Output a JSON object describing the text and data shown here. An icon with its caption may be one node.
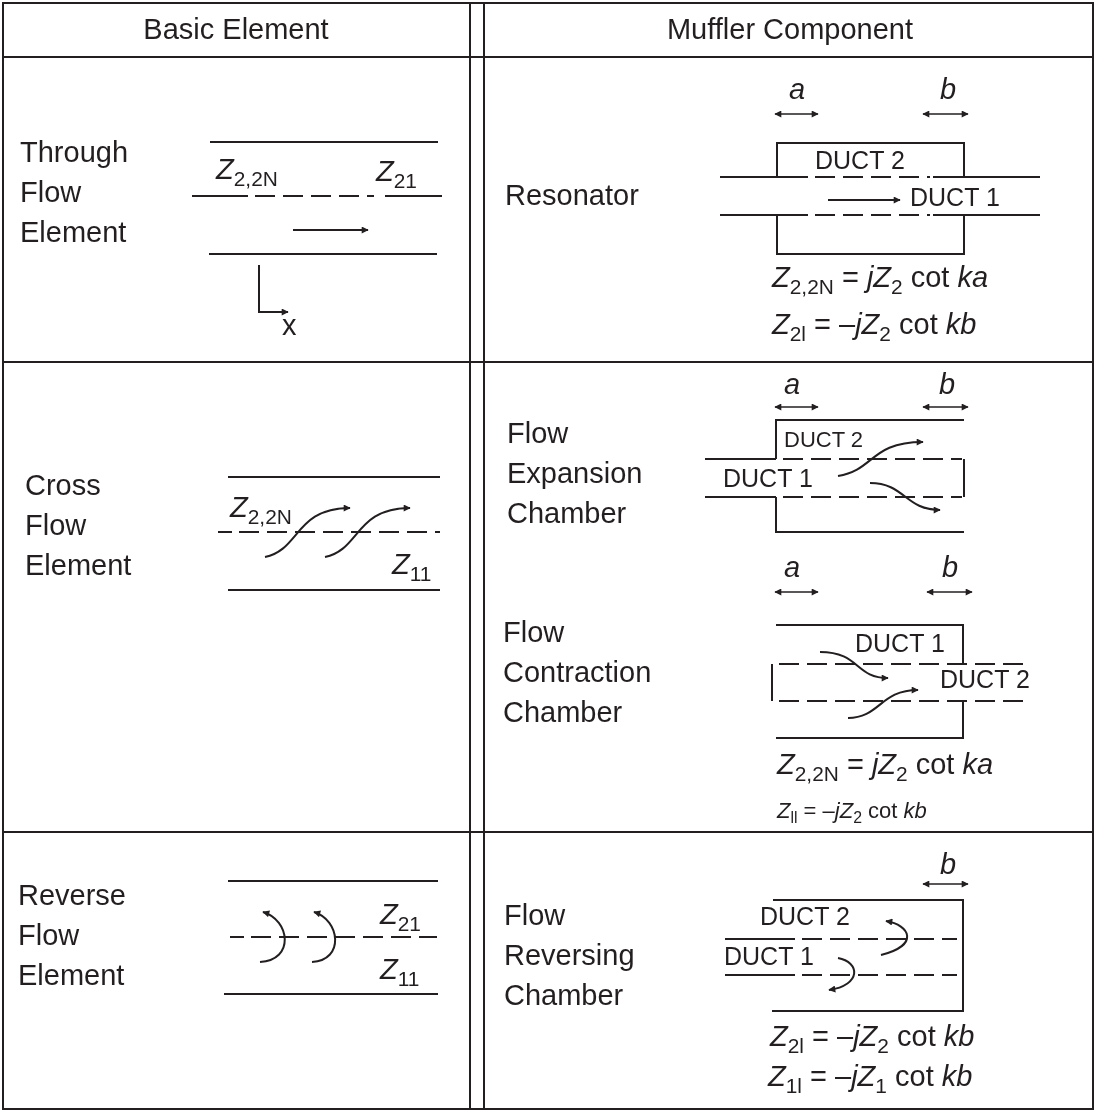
{
  "diagram": {
    "labels": [
      "Basic Element",
      "Muffler Component",
      "Through Flow Element",
      "*Z*$_{2,2N}$",
      "*Z*$_{21}$",
      "x",
      "a",
      "b",
      "Resonator",
      "DUCT 2",
      "DUCT 1",
      "*Z*$_{2,2N}$ = *jZ*$_{2}$ cot *ka*",
      "*Z*$_{2l}$ = –*jZ*$_{2}$ cot *kb*",
      "Cross Flow Element",
      "*Z*$_{2,2N}$",
      "*Z*$_{11}$",
      "a",
      "b",
      "Flow Expansion Chamber",
      "DUCT 2",
      "DUCT 1",
      "a",
      "b",
      "Flow Contraction Chamber",
      "DUCT 1",
      "DUCT 2",
      "*Z*$_{2,2N}$ = *jZ*$_{2}$ cot *ka*",
      "*Z*$_{ll}$ = –*jZ*$_{2}$ cot *kb*",
      "Reverse Flow Element",
      "*Z*$_{21}$",
      "*Z*$_{11}$",
      "b",
      "Flow Reversing Chamber",
      "DUCT 2",
      "DUCT 1",
      "*Z*$_{2l}$ = –*jZ*$_{2}$ cot *kb*",
      "*Z*$_{1l}$ = –*jZ*$_{1}$ cot *kb*"
    ]
  }
}
